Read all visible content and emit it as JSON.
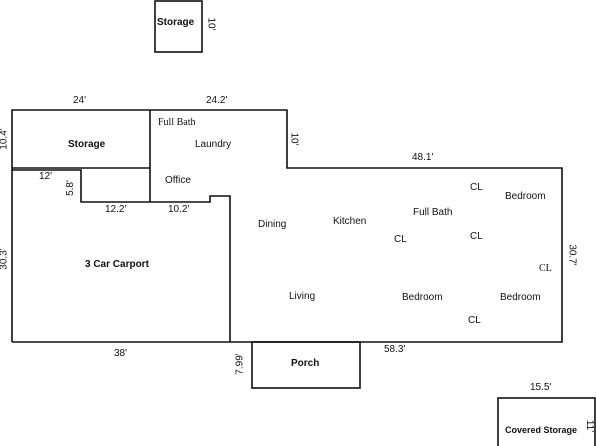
{
  "rooms": {
    "storage_top": "Storage",
    "storage_left": "Storage",
    "full_bath_upper": "Full Bath",
    "laundry": "Laundry",
    "office": "Office",
    "carport": "3 Car Carport",
    "dining": "Dining",
    "kitchen": "Kitchen",
    "full_bath_right": "Full Bath",
    "bedroom_top": "Bedroom",
    "bedroom_mid": "Bedroom",
    "bedroom_right": "Bedroom",
    "living": "Living",
    "porch": "Porch",
    "covered_storage": "Covered Storage",
    "cl_1": "CL",
    "cl_2": "CL",
    "cl_3": "CL",
    "cl_4": "CL",
    "cl_5": "CL"
  },
  "dimensions": {
    "storage_top_side": "10'",
    "top_left": "24'",
    "top_mid": "24.2'",
    "left_storage_side": "10.4'",
    "step_12": "12'",
    "step_5_8": "5.8'",
    "carport_notch": "12.2'",
    "office_bottom": "10.2'",
    "mid_side": "10'",
    "right_top": "48.1'",
    "left_carport": "30.3'",
    "right_side": "30.7'",
    "bottom_left": "38'",
    "bottom_right": "58.3'",
    "porch_side": "7.99'",
    "covered_storage_top": "15.5'",
    "covered_storage_side": "11'"
  }
}
